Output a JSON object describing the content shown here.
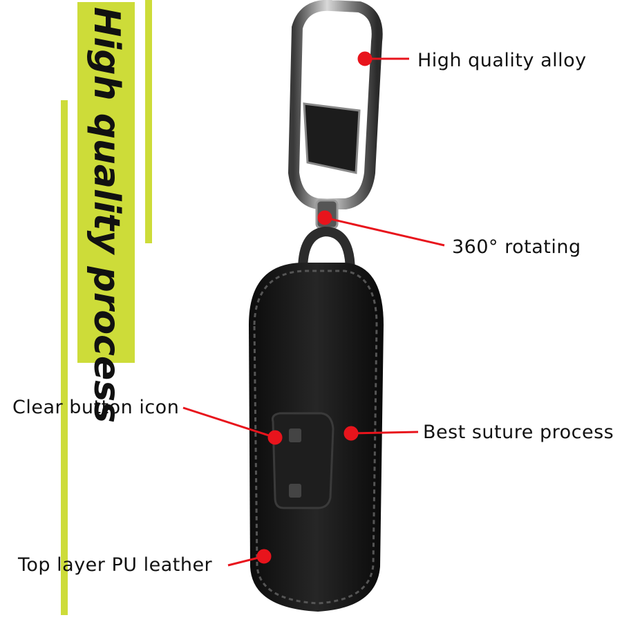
{
  "banner": {
    "title": "High quality process"
  },
  "callouts": [
    {
      "id": "alloy",
      "label": "High quality alloy"
    },
    {
      "id": "rotating",
      "label": "360° rotating"
    },
    {
      "id": "button",
      "label": "Clear button icon"
    },
    {
      "id": "suture",
      "label": "Best suture process"
    },
    {
      "id": "leather",
      "label": "Top layer PU leather"
    }
  ],
  "colors": {
    "accent": "#cddc39",
    "callout": "#e8141c",
    "leather": "#151515"
  }
}
